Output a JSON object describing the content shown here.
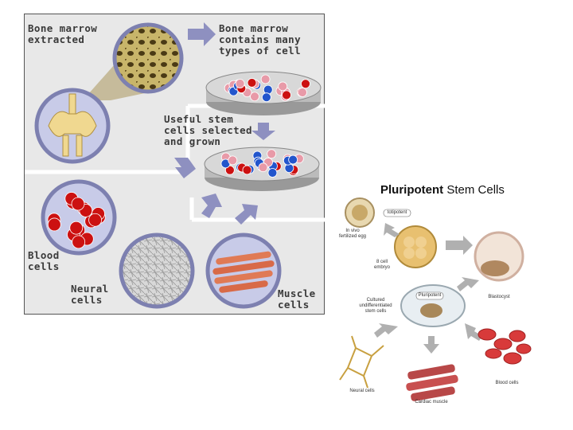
{
  "left_diagram": {
    "bone_marrow_extracted": "Bone marrow\nextracted",
    "bone_marrow_types": "Bone marrow\ncontains many\ntypes of cell",
    "useful_stem_cells": "Useful stem\ncells selected\nand grown",
    "blood_cells": "Blood\ncells",
    "neural_cells": "Neural\ncells",
    "muscle_cells": "Muscle\ncells"
  },
  "right_diagram": {
    "title_bold": "Pluripotent",
    "title_rest": " Stem Cells",
    "totipotent": "totipotent",
    "pluripotent": "Pluripotent",
    "in_vivo": "In vivo\nfertilized egg",
    "eight_cell": "8 cell\nembryo",
    "blastocyst": "Blastocyst",
    "cultured": "Cultured\nundifferentiated\nstem cells",
    "neural_cells": "Neural cells",
    "cardiac_muscle": "Cardiac muscle",
    "blood_cells": "Blood cells"
  },
  "colors": {
    "left_bg": "#e8e8e8",
    "circle_border": "#7d80b0",
    "arrow": "#8e90c0",
    "red_cell": "#cc1111",
    "blue_cell": "#2255cc",
    "pink_cell": "#e89aa8"
  }
}
